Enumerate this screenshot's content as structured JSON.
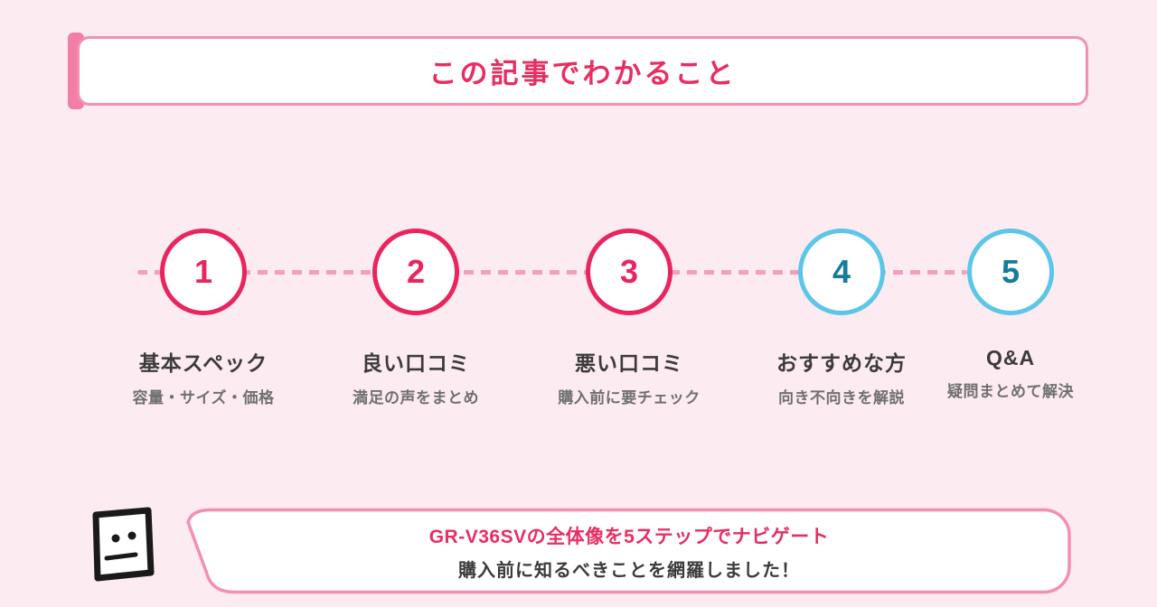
{
  "colors": {
    "background": "#fcebf0",
    "accent_pink": "#e92d62",
    "circle_pink": "#e9245e",
    "border_pink": "#f48fb0",
    "accent_bar_pink": "#f27da5",
    "dash_pink": "#f49fba",
    "circle_blue": "#5bc6e8",
    "number_blue": "#157c9e",
    "text_dark": "#3b3b3b",
    "text_gray": "#707070",
    "icon_black": "#1a1a1a"
  },
  "header": {
    "title": "この記事でわかること"
  },
  "steps": [
    {
      "number": "1",
      "title": "基本スペック",
      "subtitle": "容量・サイズ・価格",
      "theme": "pink"
    },
    {
      "number": "2",
      "title": "良い口コミ",
      "subtitle": "満足の声をまとめ",
      "theme": "pink"
    },
    {
      "number": "3",
      "title": "悪い口コミ",
      "subtitle": "購入前に要チェック",
      "theme": "pink"
    },
    {
      "number": "4",
      "title": "おすすめな方",
      "subtitle": "向き不向きを解説",
      "theme": "blue"
    },
    {
      "number": "5",
      "title": "Q&A",
      "subtitle": "疑問まとめて解決",
      "theme": "blue"
    }
  ],
  "callout": {
    "icon": "doodle-face-icon",
    "line1": "GR-V36SVの全体像を5ステップでナビゲート",
    "line2": "購入前に知るべきことを網羅しました！"
  }
}
